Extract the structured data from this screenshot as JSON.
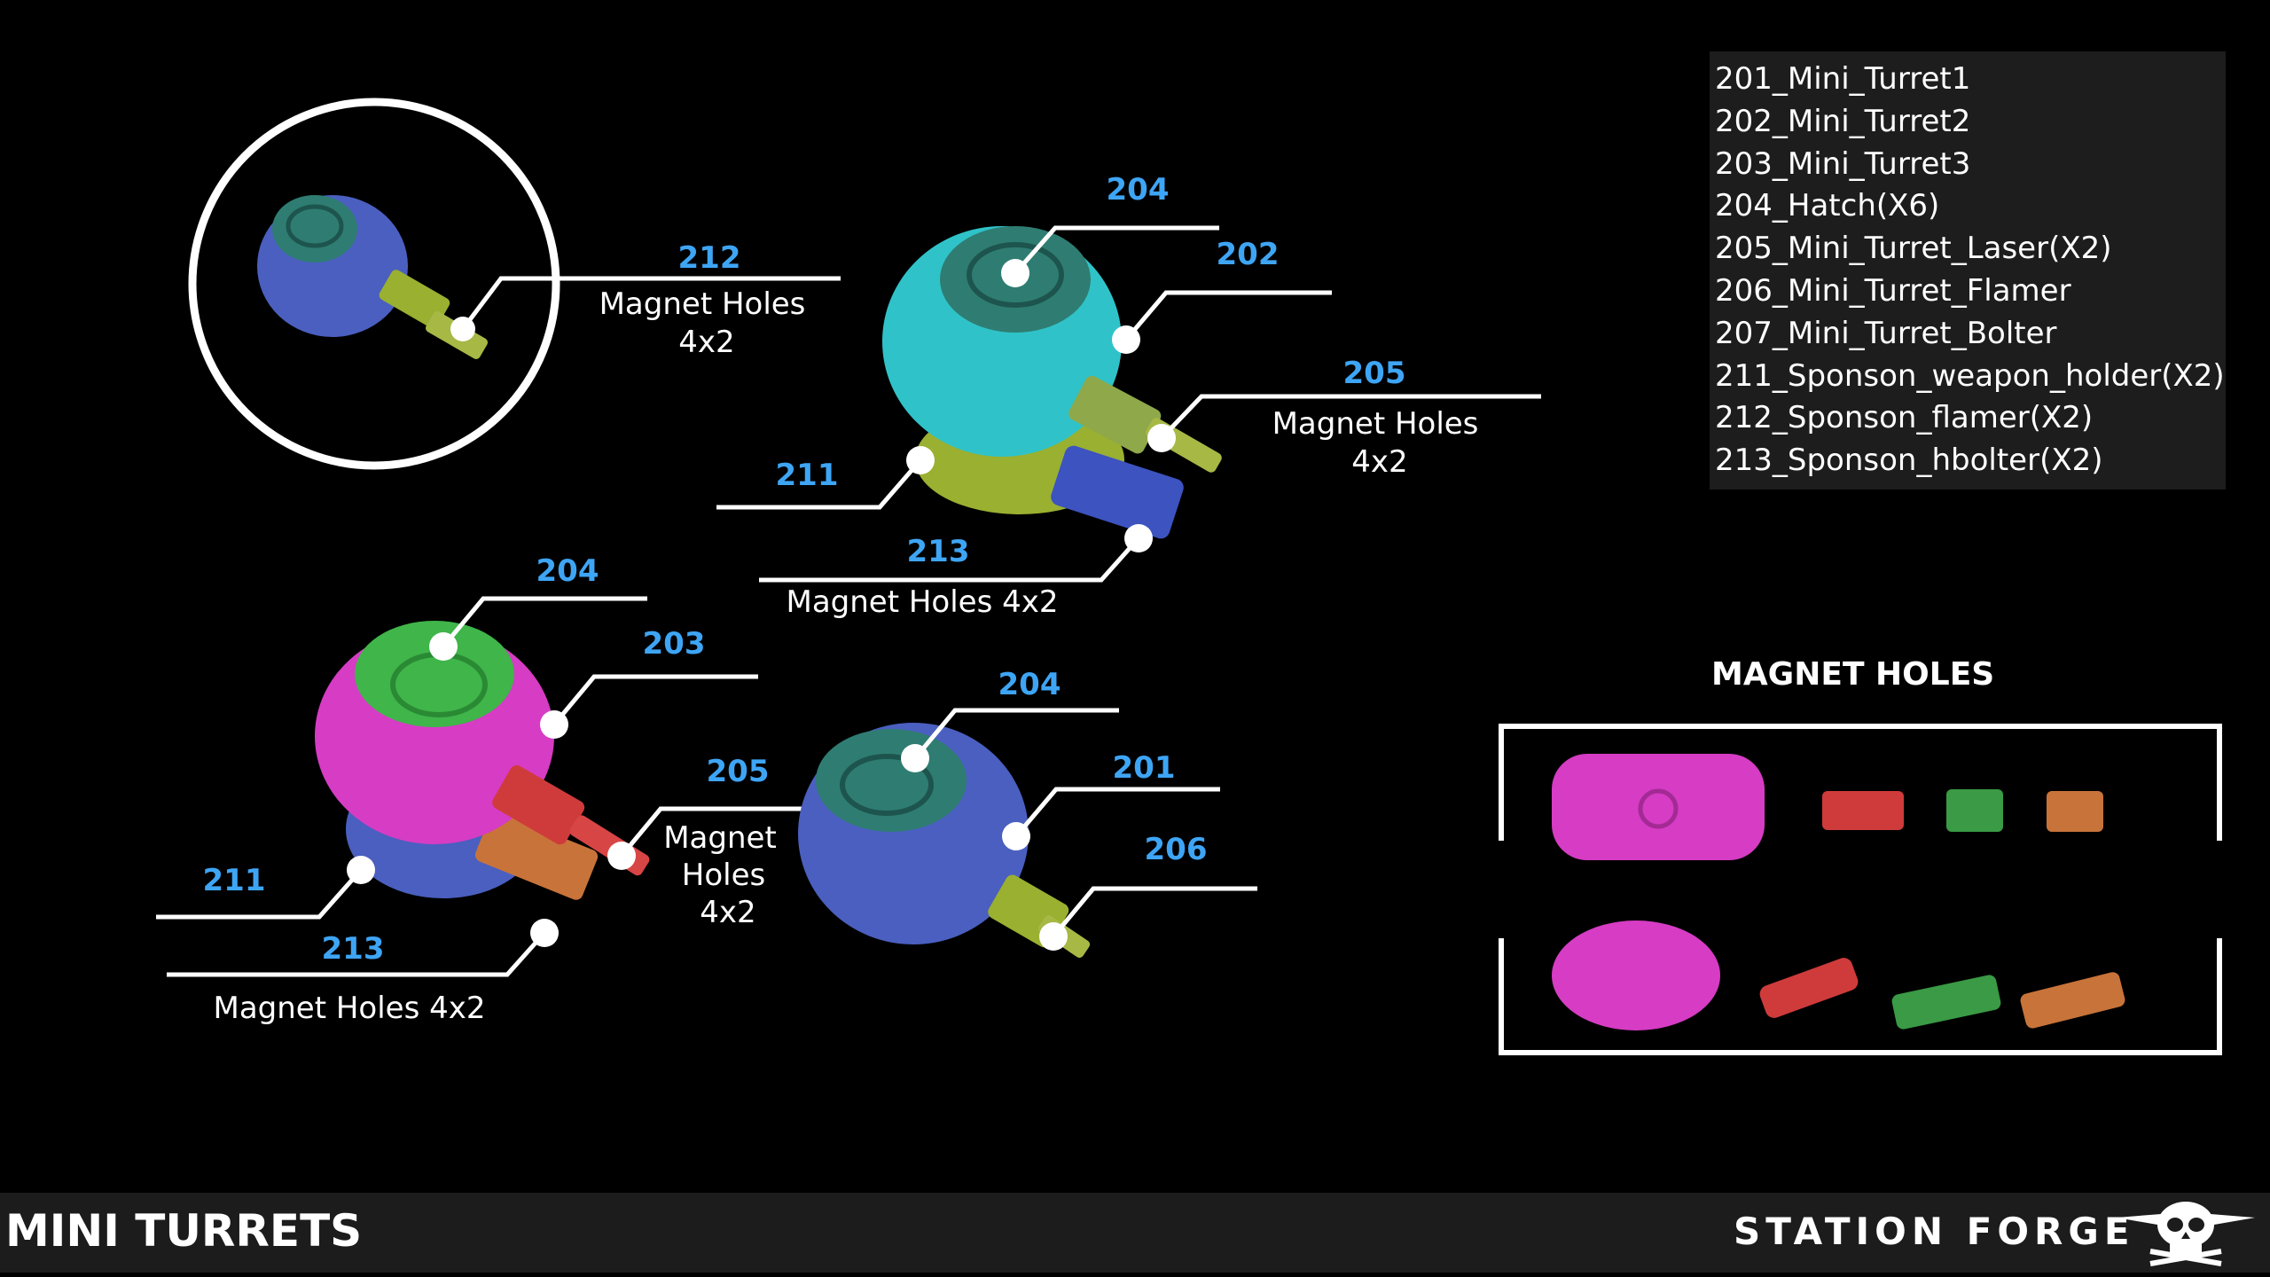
{
  "page_title": "MINI TURRETS",
  "brand": "STATION FORGE",
  "parts_list": [
    "201_Mini_Turret1",
    "202_Mini_Turret2",
    "203_Mini_Turret3",
    "204_Hatch(X6)",
    "205_Mini_Turret_Laser(X2)",
    "206_Mini_Turret_Flamer",
    "207_Mini_Turret_Bolter",
    "211_Sponson_weapon_holder(X2)",
    "212_Sponson_flamer(X2)",
    "213_Sponson_hbolter(X2)"
  ],
  "magnet_holes_title": "MAGNET HOLES",
  "callouts": {
    "detail": {
      "num": "212",
      "line1": "Magnet Holes",
      "line2": "4x2"
    },
    "turret2": {
      "hatch": "204",
      "body": "202",
      "laser": "205",
      "laser_note1": "Magnet Holes",
      "laser_note2": "4x2",
      "holder": "211",
      "bolter": "213",
      "bolter_note": "Magnet Holes 4x2"
    },
    "turret3": {
      "hatch": "204",
      "body": "203",
      "laser": "205",
      "laser_note1": "Magnet",
      "laser_note2": "Holes",
      "laser_note3": "4x2",
      "holder": "211",
      "bolter": "213",
      "bolter_note": "Magnet Holes 4x2"
    },
    "turret1": {
      "hatch": "204",
      "body": "201",
      "flamer": "206"
    }
  },
  "colors": {
    "label_blue": "#3ea5f5",
    "turret_cyan": "#2fc3c9",
    "turret_magenta": "#d63cc4",
    "turret_blue": "#4a5fbf",
    "hatch_green": "#3fb54a",
    "hatch_teal": "#2f7d72",
    "olive": "#9ab030",
    "weapon_red": "#cf3b3b",
    "weapon_orange": "#c8733a",
    "weapon_green": "#3a9a45"
  }
}
